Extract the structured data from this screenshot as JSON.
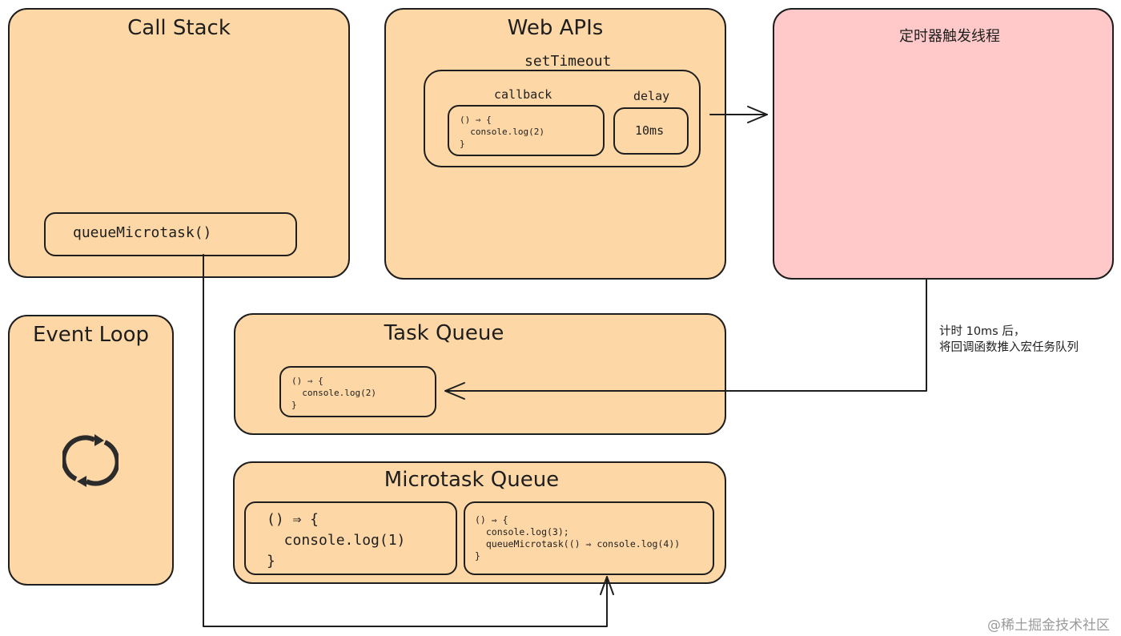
{
  "call_stack": {
    "title": "Call Stack",
    "frame": "queueMicrotask()"
  },
  "web_apis": {
    "title": "Web APIs",
    "set_timeout": {
      "label": "setTimeout",
      "callback_label": "callback",
      "callback_code": "() ⇒ {\n  console.log(2)\n}",
      "delay_label": "delay",
      "delay_value": "10ms"
    }
  },
  "timer_thread": {
    "title": "定时器触发线程"
  },
  "timer_note": {
    "line1": "计时 10ms 后，",
    "line2": "将回调函数推入宏任务队列"
  },
  "event_loop": {
    "title": "Event Loop",
    "icon": "refresh-icon"
  },
  "task_queue": {
    "title": "Task Queue",
    "items": [
      {
        "code": "() ⇒ {\n  console.log(2)\n}"
      }
    ]
  },
  "microtask_queue": {
    "title": "Microtask Queue",
    "items": [
      {
        "code": "() ⇒ {\n  console.log(1)\n}"
      },
      {
        "code": "() ⇒ {\n  console.log(3);\n  queueMicrotask(() ⇒ console.log(4))\n}"
      }
    ]
  },
  "watermark": "@稀土掘金技术社区",
  "colors": {
    "panel_orange": "#fdd8a6",
    "panel_pink": "#ffc9c9",
    "stroke": "#1e1e1e"
  }
}
